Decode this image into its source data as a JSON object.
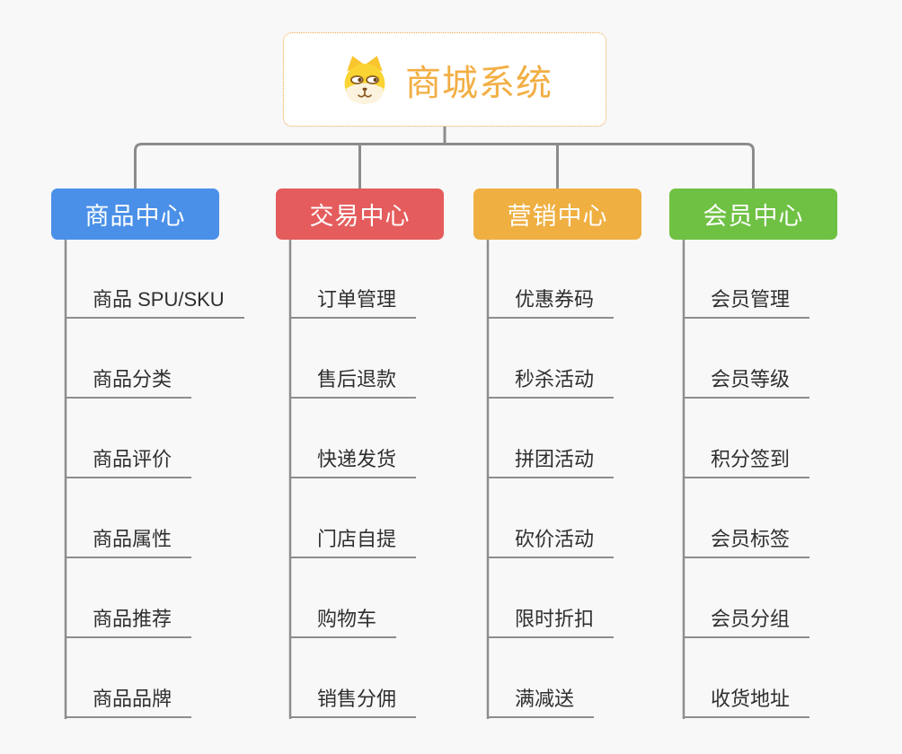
{
  "root": {
    "title": "商城系统",
    "icon": "dog-face-icon"
  },
  "colors": {
    "background": "#f8f8f8",
    "root_border": "#f0a64a",
    "root_title": "#f2ae44",
    "connector_line": "#8c8c8c",
    "leaf_text": "#2f2f2f",
    "branch_product": "#4a90e8",
    "branch_trade": "#e55c5c",
    "branch_marketing": "#efaf41",
    "branch_member": "#6fc143"
  },
  "branches": [
    {
      "label": "商品中心",
      "color": "#4a90e8",
      "items": [
        "商品 SPU/SKU",
        "商品分类",
        "商品评价",
        "商品属性",
        "商品推荐",
        "商品品牌"
      ]
    },
    {
      "label": "交易中心",
      "color": "#e55c5c",
      "items": [
        "订单管理",
        "售后退款",
        "快递发货",
        "门店自提",
        "购物车",
        "销售分佣"
      ]
    },
    {
      "label": "营销中心",
      "color": "#efaf41",
      "items": [
        "优惠券码",
        "秒杀活动",
        "拼团活动",
        "砍价活动",
        "限时折扣",
        "满减送"
      ]
    },
    {
      "label": "会员中心",
      "color": "#6fc143",
      "items": [
        "会员管理",
        "会员等级",
        "积分签到",
        "会员标签",
        "会员分组",
        "收货地址"
      ]
    }
  ]
}
